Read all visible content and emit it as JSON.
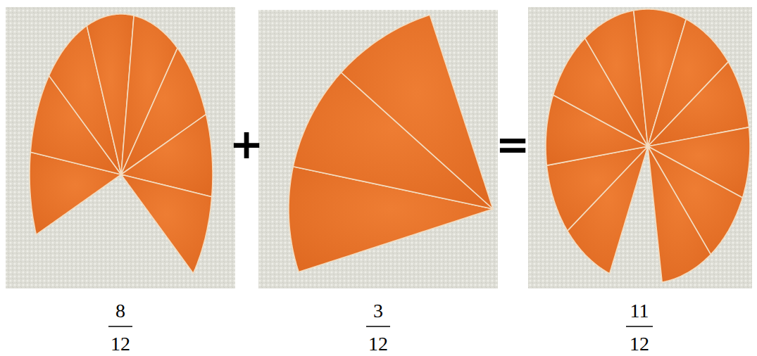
{
  "diagram": {
    "labels": [
      "+",
      "=",
      "8",
      "12",
      "3",
      "12",
      "11",
      "12"
    ]
  }
}
